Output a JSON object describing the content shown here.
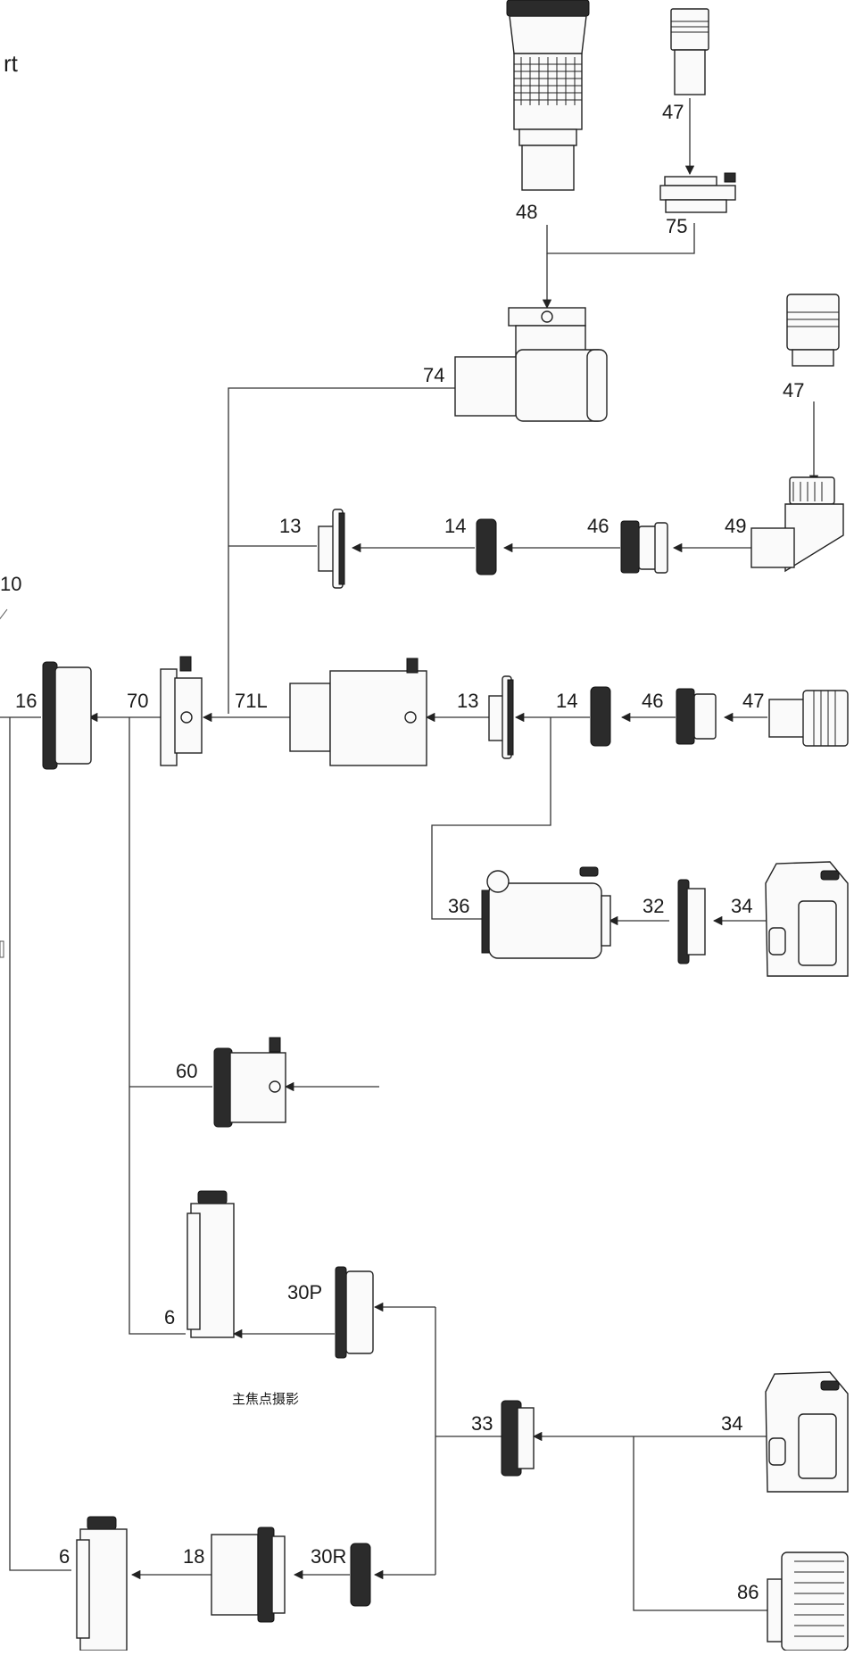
{
  "title_fragment": "rt",
  "labels": {
    "l47_top": "47",
    "l48": "48",
    "l75": "75",
    "l74": "74",
    "l47_right": "47",
    "l13_a": "13",
    "l14_a": "14",
    "l46_a": "46",
    "l49": "49",
    "l10": "10",
    "l16": "16",
    "l70": "70",
    "l71L": "71L",
    "l13_b": "13",
    "l14_b": "14",
    "l46_b": "46",
    "l47_mid": "47",
    "l36": "36",
    "l32": "32",
    "l34_a": "34",
    "l60": "60",
    "l6_a": "6",
    "l30P": "30P",
    "l33": "33",
    "l34_b": "34",
    "l6_b": "6",
    "l18": "18",
    "l30R": "30R",
    "l86": "86"
  },
  "caption_prime_focus": "主焦点摄影"
}
